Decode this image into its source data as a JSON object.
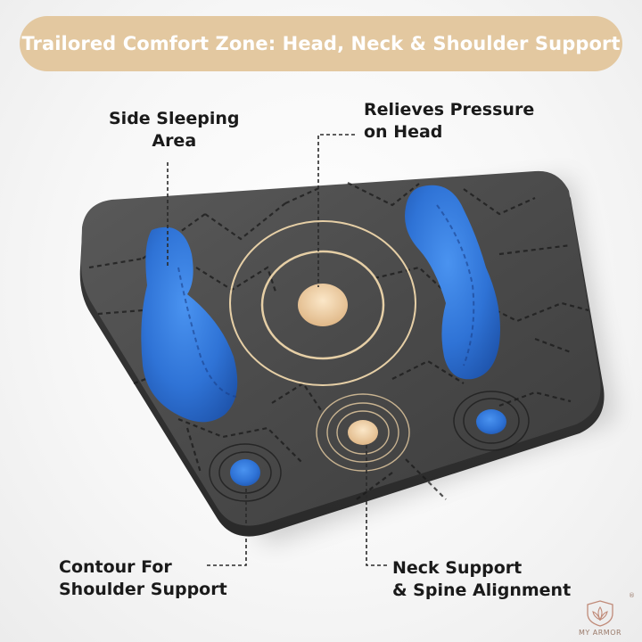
{
  "header": {
    "title": "Trailored Comfort Zone: Head, Neck & Shoulder Support"
  },
  "callouts": {
    "side_sleeping": {
      "line1": "Side Sleeping",
      "line2": "Area"
    },
    "pressure": {
      "line1": "Relieves Pressure",
      "line2": "on Head"
    },
    "shoulder": {
      "line1": "Contour For",
      "line2": "Shoulder Support"
    },
    "neck": {
      "line1": "Neck Support",
      "line2": "& Spine Alignment"
    }
  },
  "brand": {
    "name": "MY ARMOR",
    "registered": "®",
    "logo_icon": "lotus-crest-icon"
  },
  "colors": {
    "banner": "#e3c8a0",
    "pillow_fabric": "#4a4a4a",
    "gel_blue": "#2f73d6",
    "rings": "#e6cfa6",
    "text": "#1a1a1a"
  }
}
